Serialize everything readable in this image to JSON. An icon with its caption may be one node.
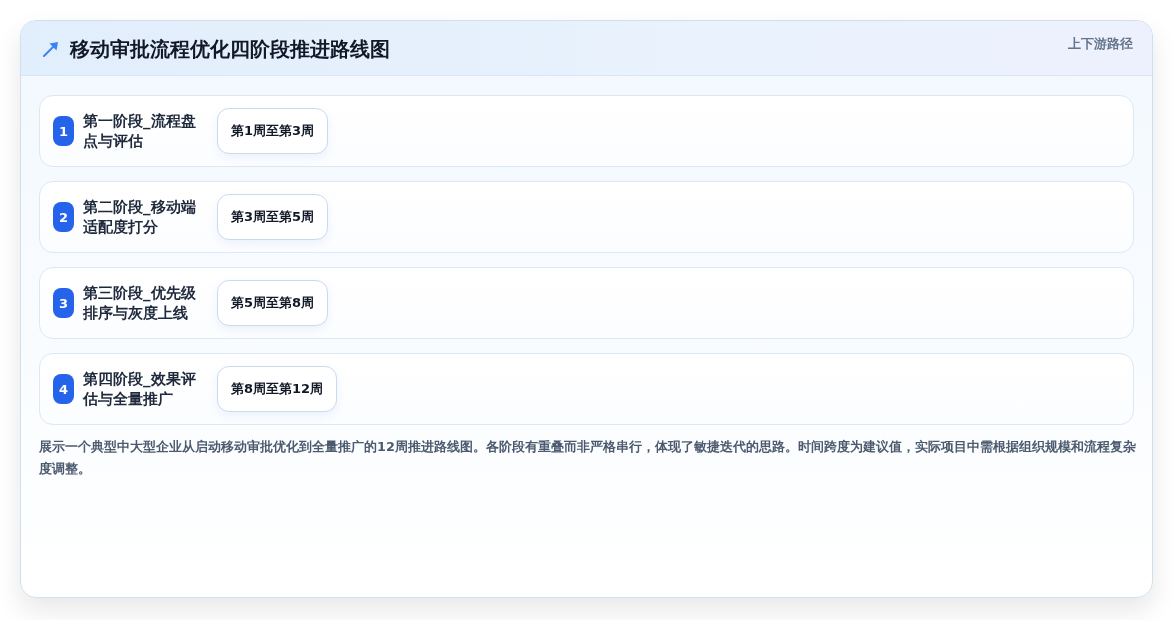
{
  "diagram": {
    "title": "移动审批流程优化四阶段推进路线图",
    "nodes": [
      {
        "text": [
          "第一阶段_流程盘点与评估"
        ]
      },
      {
        "text": [
          "1"
        ],
        "in": 0
      },
      {
        "text": [
          "第1周至第3周"
        ],
        "in": 0
      },
      {
        "text": [
          "第二阶段_移动端适配度打分"
        ]
      },
      {
        "text": [
          "2"
        ],
        "in": 3
      },
      {
        "text": [
          "第3周至第5周"
        ],
        "in": 3
      },
      {
        "text": [
          "第三阶段_优先级排序与灰度上线"
        ]
      },
      {
        "text": [
          "3"
        ],
        "in": 6
      },
      {
        "text": [
          "第5周至第8周"
        ],
        "in": 6
      },
      {
        "text": [
          "第四阶段_效果评估与全量推广"
        ]
      },
      {
        "text": [
          "4"
        ],
        "in": 9
      },
      {
        "text": [
          "第8周至第12周"
        ],
        "in": 9
      }
    ],
    "labels": [
      "上下游路径"
    ],
    "caption": "展示一个典型中大型企业从启动移动审批优化到全量推广的12周推进路线图。各阶段有重叠而非严格串行，体现了敏捷迭代的思路。时间跨度为建议值，实际项目中需根据组织规模和流程复杂度调整。"
  }
}
